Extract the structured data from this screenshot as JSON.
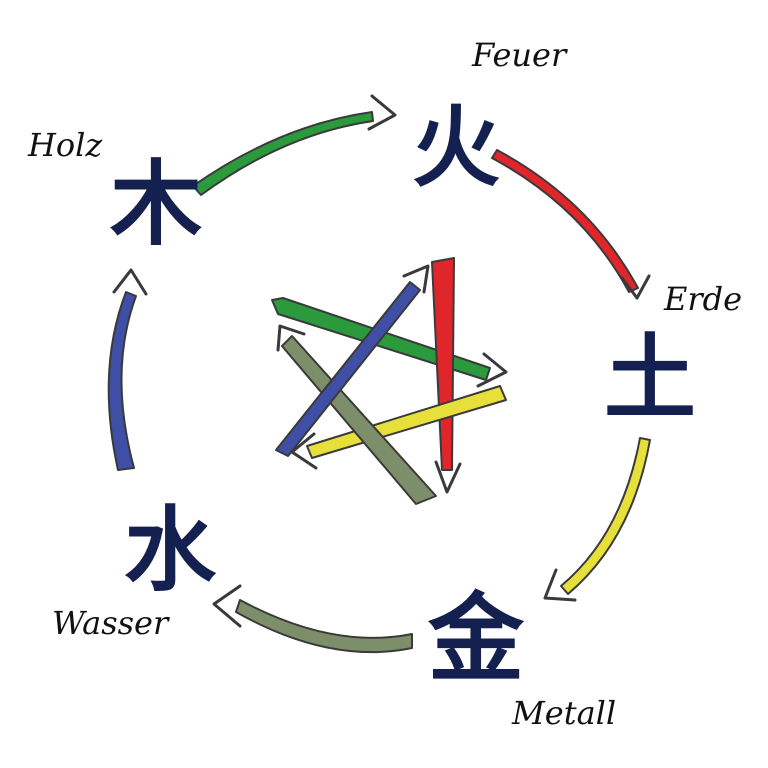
{
  "elements": [
    {
      "id": "fire",
      "glyph": "火",
      "label": "Feuer"
    },
    {
      "id": "earth",
      "glyph": "土",
      "label": "Erde"
    },
    {
      "id": "metal",
      "glyph": "金",
      "label": "Metall"
    },
    {
      "id": "water",
      "glyph": "水",
      "label": "Wasser"
    },
    {
      "id": "wood",
      "glyph": "木",
      "label": "Holz"
    }
  ],
  "colors": {
    "glyph": "#14204f",
    "wood_to_fire": "#2a9a3c",
    "fire_to_earth": "#e1262b",
    "earth_to_metal": "#e8e03a",
    "metal_to_water": "#7d8f6a",
    "water_to_wood": "#3f4fa6"
  }
}
